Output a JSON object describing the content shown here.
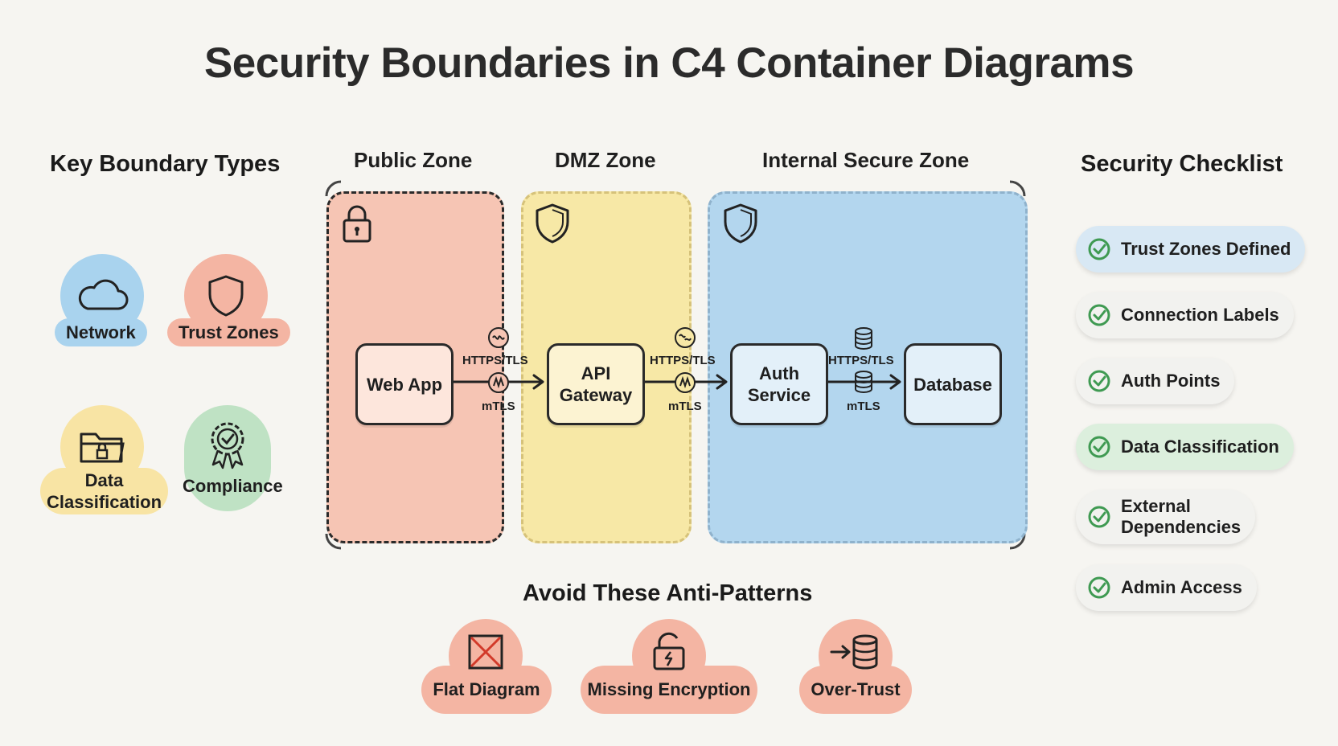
{
  "title": "Security Boundaries in C4 Container Diagrams",
  "key_types": {
    "heading": "Key Boundary Types",
    "items": [
      {
        "label": "Network",
        "icon": "cloud-icon",
        "color": "#a9d3ee"
      },
      {
        "label": "Trust Zones",
        "icon": "shield-icon",
        "color": "#f4b5a3"
      },
      {
        "label": "Data\nClassification",
        "icon": "locked-folder-icon",
        "color": "#f8e4a4"
      },
      {
        "label": "Compliance",
        "icon": "award-badge-icon",
        "color": "#bfe2c4"
      }
    ]
  },
  "zones": {
    "public": {
      "label": "Public Zone",
      "color": "#f6c5b4"
    },
    "dmz": {
      "label": "DMZ Zone",
      "color": "#f7e8a6"
    },
    "internal": {
      "label": "Internal Secure Zone",
      "color": "#b3d6ee"
    }
  },
  "nodes": {
    "web_app": "Web App",
    "api_gateway": "API\nGateway",
    "auth_service": "Auth\nService",
    "database": "Database"
  },
  "connections": [
    {
      "top": "HTTPS/TLS",
      "bottom": "mTLS"
    },
    {
      "top": "HTTPS/TLS",
      "bottom": "mTLS"
    },
    {
      "top": "HTTPS/TLS",
      "bottom": "mTLS"
    }
  ],
  "checklist": {
    "heading": "Security Checklist",
    "items": [
      {
        "label": "Trust Zones Defined",
        "color": "#d8e8f4"
      },
      {
        "label": "Connection Labels",
        "color": "#f2f2ef"
      },
      {
        "label": "Auth Points",
        "color": "#f2f2ef"
      },
      {
        "label": "Data Classification",
        "color": "#dcefdd"
      },
      {
        "label": "External\nDependencies",
        "color": "#f2f2ef"
      },
      {
        "label": "Admin Access",
        "color": "#f2f2ef"
      }
    ],
    "check_color": "#3f9a52"
  },
  "anti_patterns": {
    "heading": "Avoid These Anti-Patterns",
    "items": [
      {
        "label": "Flat Diagram",
        "icon": "crossed-box-icon"
      },
      {
        "label": "Missing Encryption",
        "icon": "broken-lock-icon"
      },
      {
        "label": "Over-Trust",
        "icon": "arrow-database-icon"
      }
    ]
  }
}
